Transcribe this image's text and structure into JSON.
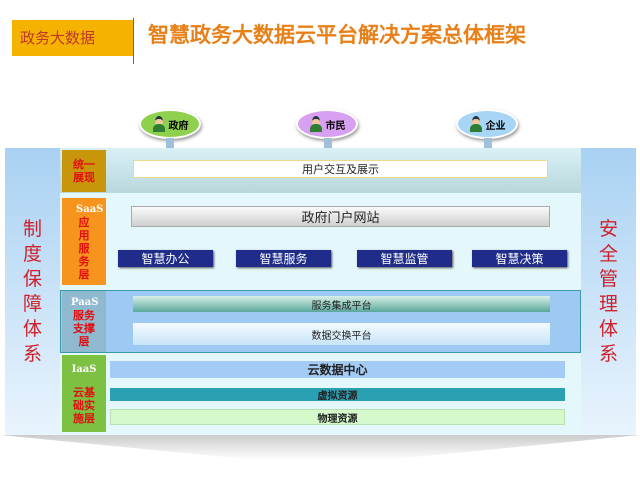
{
  "header": {
    "tag": "政务大数据",
    "title": "智慧政务大数据云平台解决方案总体框架"
  },
  "users": [
    {
      "label": "政府",
      "color": "#8fd14f"
    },
    {
      "label": "市民",
      "color": "#d7a0f0"
    },
    {
      "label": "企业",
      "color": "#a8d4f5"
    }
  ],
  "left_pillar": "制度保障体系",
  "right_pillar": "安全管理体系",
  "layers": {
    "presentation": {
      "label": "统一展现",
      "bar": "用户交互及展示"
    },
    "saas": {
      "code": "SaaS",
      "label": "应用服务层",
      "portal": "政府门户网站",
      "apps": [
        "智慧办公",
        "智慧服务",
        "智慧监管",
        "智慧决策"
      ]
    },
    "paas": {
      "code": "PaaS",
      "label": "服务支撑层",
      "bars": [
        "服务集成平台",
        "数据交换平台"
      ]
    },
    "iaas": {
      "code": "IaaS",
      "label": "云基础实施层",
      "bars": [
        "云数据中心",
        "虚拟资源",
        "物理资源"
      ]
    }
  }
}
